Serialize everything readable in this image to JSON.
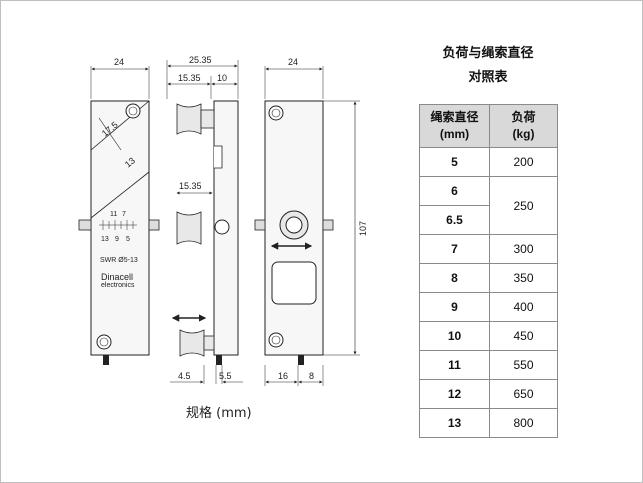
{
  "drawing": {
    "caption": "规格 (mm)",
    "front_dims": {
      "width": "24",
      "angle1": "17.5",
      "angle2": "13"
    },
    "side_dims": {
      "total": "25.35",
      "part1": "15.35",
      "part2": "10",
      "mid": "15.35",
      "bottom1": "4.5",
      "bottom2": "5.5"
    },
    "back_dims": {
      "width": "24",
      "height": "107",
      "bottom1": "16",
      "bottom2": "8"
    },
    "scale_labels": {
      "top": [
        "11",
        "7"
      ],
      "bottom": [
        "13",
        "9",
        "5"
      ]
    },
    "label_model": "SWR Ø5-13",
    "brand": "Dinacell",
    "brand_sub": "electronics"
  },
  "table": {
    "title_line1": "负荷与绳索直径",
    "title_line2": "对照表",
    "header": {
      "col1_line1": "绳索直径",
      "col1_line2": "(mm)",
      "col2_line1": "负荷",
      "col2_line2": "(kg)"
    },
    "rows": [
      {
        "diameter": "5",
        "load": "200"
      },
      {
        "diameter": "6",
        "load": "250"
      },
      {
        "diameter": "6.5",
        "load": ""
      },
      {
        "diameter": "7",
        "load": "300"
      },
      {
        "diameter": "8",
        "load": "350"
      },
      {
        "diameter": "9",
        "load": "400"
      },
      {
        "diameter": "10",
        "load": "450"
      },
      {
        "diameter": "11",
        "load": "550"
      },
      {
        "diameter": "12",
        "load": "650"
      },
      {
        "diameter": "13",
        "load": "800"
      }
    ]
  }
}
